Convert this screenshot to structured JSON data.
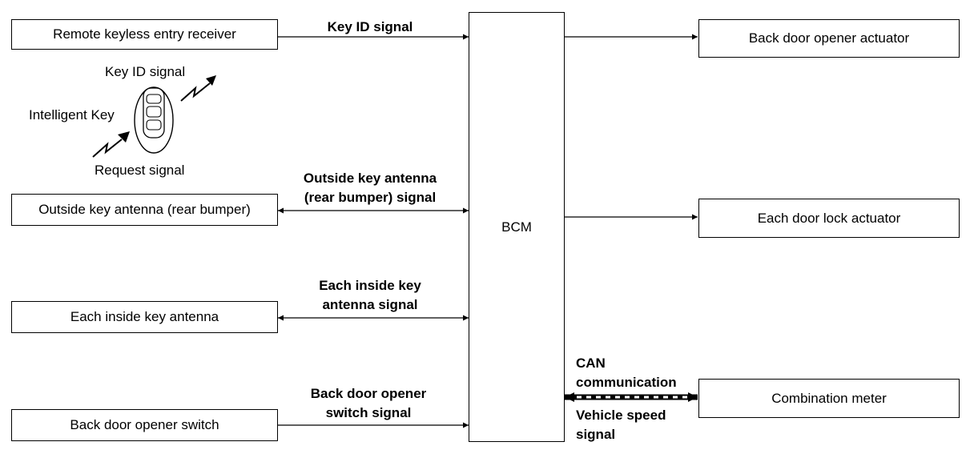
{
  "bcm": {
    "label": "BCM"
  },
  "left_boxes": {
    "remote_receiver": "Remote keyless entry receiver",
    "outside_antenna": "Outside key antenna (rear bumper)",
    "inside_antenna": "Each inside key antenna",
    "opener_switch": "Back door opener switch"
  },
  "right_boxes": {
    "opener_actuator": "Back door opener actuator",
    "door_lock_actuator": "Each door lock actuator",
    "combination_meter": "Combination meter"
  },
  "signals": {
    "key_id": "Key ID signal",
    "outside_antenna_line1": "Outside key antenna",
    "outside_antenna_line2": "(rear bumper) signal",
    "inside_antenna_line1": "Each inside key",
    "inside_antenna_line2": "antenna signal",
    "opener_switch_line1": "Back door opener",
    "opener_switch_line2": "switch signal",
    "can_line1": "CAN",
    "can_line2": "communication",
    "vehicle_speed_line1": "Vehicle speed",
    "vehicle_speed_line2": "signal"
  },
  "intelligent_key": {
    "name": "Intelligent Key",
    "key_id_signal": "Key ID signal",
    "request_signal": "Request signal"
  }
}
